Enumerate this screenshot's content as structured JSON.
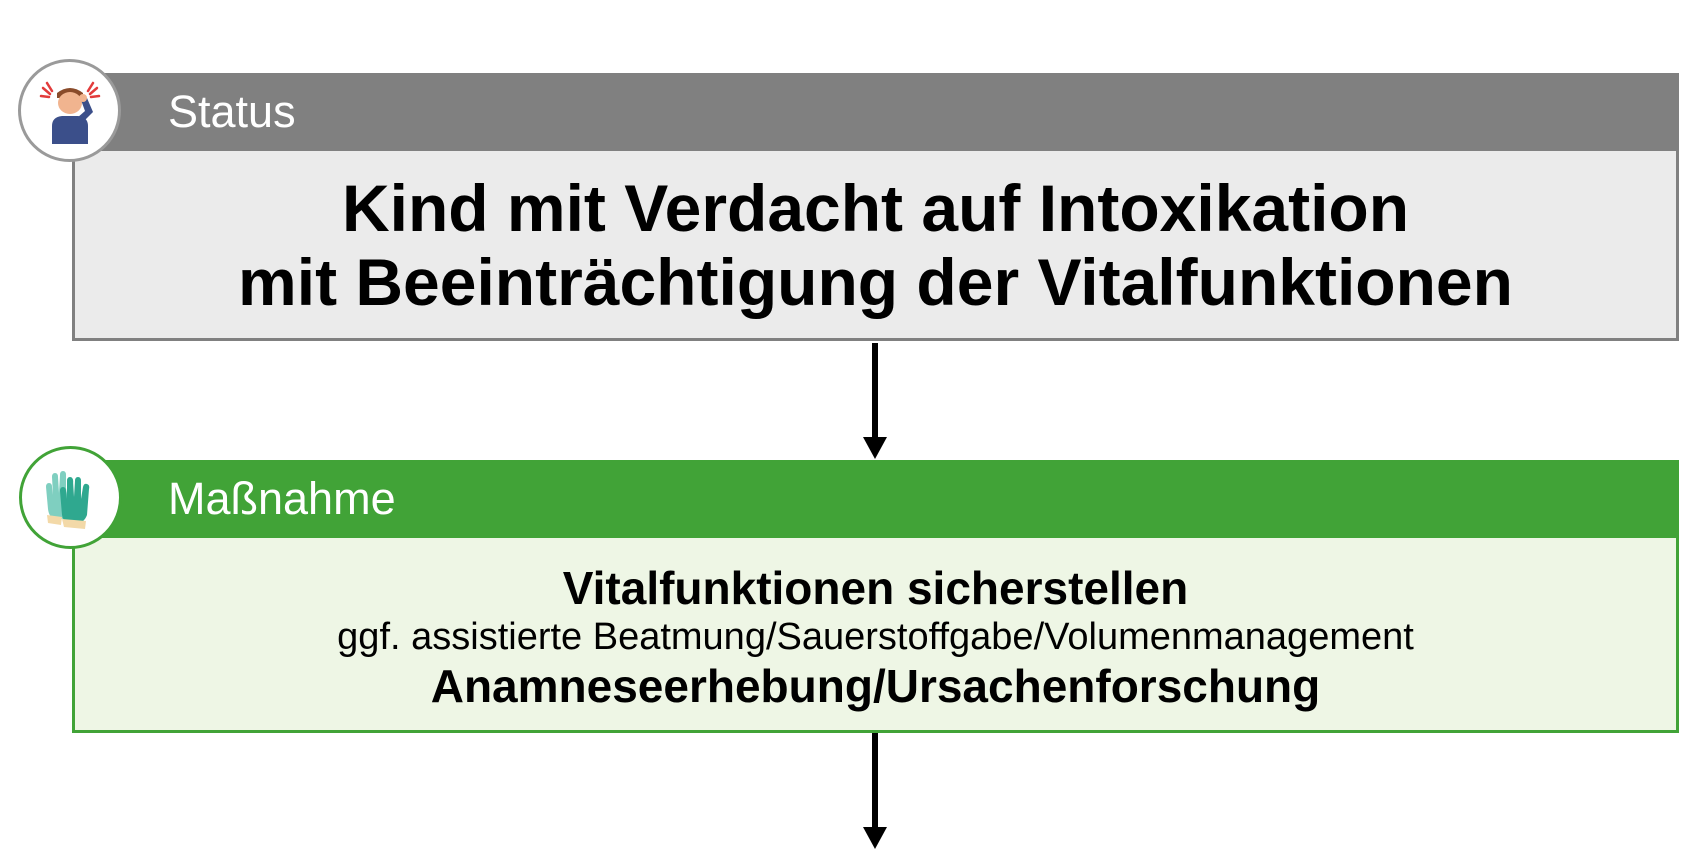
{
  "colors": {
    "status_accent": "#808080",
    "status_fill": "#ebebeb",
    "action_accent": "#41a337",
    "action_fill": "#eef6e5",
    "arrow": "#000000"
  },
  "status": {
    "header_label": "Status",
    "icon": "person-headache-icon",
    "lines": [
      "Kind mit Verdacht auf Intoxikation",
      "mit Beeinträchtigung der Vitalfunktionen"
    ]
  },
  "action": {
    "header_label": "Maßnahme",
    "icon": "medical-gloves-icon",
    "line1": "Vitalfunktionen sicherstellen",
    "line2": "ggf. assistierte Beatmung/Sauerstoffgabe/Volumenmanagement",
    "line3": "Anamneseerhebung/Ursachenforschung"
  }
}
